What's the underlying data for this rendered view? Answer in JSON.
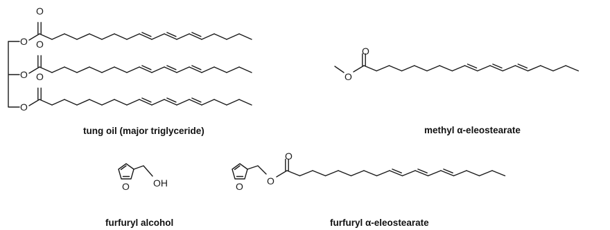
{
  "atoms": {
    "oxygen": "O",
    "hydroxyl": "OH"
  },
  "captions": {
    "tung_oil": "tung oil (major triglyceride)",
    "methyl_eleostearate": "methyl α-eleostearate",
    "furfuryl_alcohol": "furfuryl alcohol",
    "furfuryl_eleostearate": "furfuryl α-eleostearate"
  }
}
